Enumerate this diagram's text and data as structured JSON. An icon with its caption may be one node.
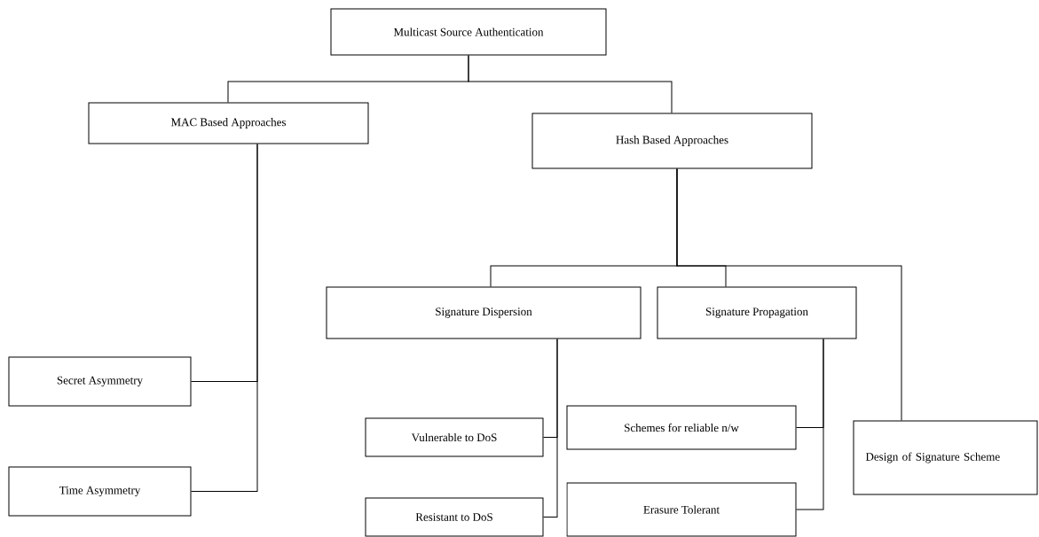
{
  "diagram": {
    "nodes": [
      {
        "text": [
          "Multicast Source Authentication"
        ]
      },
      {
        "text": [
          "MAC Based Approaches"
        ]
      },
      {
        "text": [
          "Hash Based Approaches"
        ]
      },
      {
        "text": [
          "Signature Dispersion"
        ]
      },
      {
        "text": [
          "Signature Propagation"
        ]
      },
      {
        "text": [
          "Secret Asymmetry"
        ]
      },
      {
        "text": [
          "Time Asymmetry"
        ]
      },
      {
        "text": [
          "Vulnerable to DoS"
        ]
      },
      {
        "text": [
          "Schemes for reliable n/w"
        ]
      },
      {
        "text": [
          "Design of Signature Scheme"
        ]
      },
      {
        "text": [
          "Resistant to DoS"
        ]
      },
      {
        "text": [
          "Erasure Tolerant"
        ]
      }
    ],
    "edges": [
      {
        "from": 0,
        "to": 1,
        "arrow": "none"
      },
      {
        "from": 0,
        "to": 2,
        "arrow": "none"
      },
      {
        "from": 1,
        "to": 5,
        "arrow": "none"
      },
      {
        "from": 1,
        "to": 6,
        "arrow": "none"
      },
      {
        "from": 2,
        "to": 3,
        "arrow": "none"
      },
      {
        "from": 2,
        "to": 4,
        "arrow": "none"
      },
      {
        "from": 2,
        "to": 9,
        "arrow": "none"
      },
      {
        "from": 3,
        "to": 7,
        "arrow": "none"
      },
      {
        "from": 3,
        "to": 10,
        "arrow": "none"
      },
      {
        "from": 4,
        "to": 8,
        "arrow": "none"
      },
      {
        "from": 4,
        "to": 11,
        "arrow": "none"
      }
    ]
  }
}
